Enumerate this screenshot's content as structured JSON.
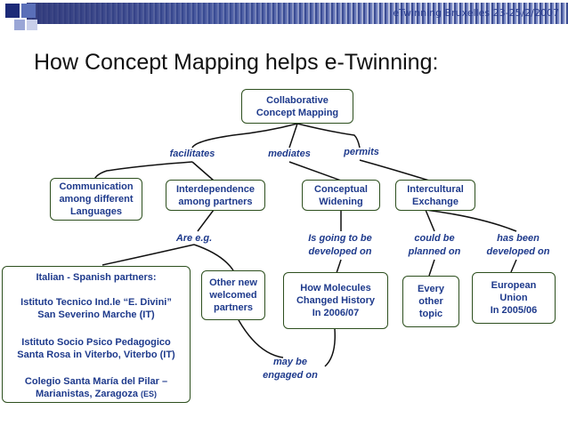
{
  "header": {
    "banner_text": "eTwinning Bruxelles 23-25/2/2007",
    "square_colors": [
      "#1c2a78",
      "#5a6fb8",
      "#9aa6d6",
      "#c9cfea"
    ]
  },
  "slide": {
    "title": "How Concept Mapping helps e-Twinning:"
  },
  "map": {
    "root": "Collaborative\nConcept Mapping",
    "links_top": {
      "facilitates": "facilitates",
      "mediates": "mediates",
      "permits": "permits"
    },
    "level1": {
      "communication": "Communication\namong different\nLanguages",
      "interdependence": "Interdependence\namong partners",
      "conceptual": "Conceptual\nWidening",
      "intercultural": "Intercultural\nExchange"
    },
    "links_mid": {
      "are_eg": "Are  e.g.",
      "going_to_be": "Is going to  be\ndeveloped on",
      "could_be": "could be\nplanned on",
      "has_been": "has  been\ndeveloped on"
    },
    "partners": {
      "heading": "Italian - Spanish partners:",
      "school1_line1": "Istituto Tecnico Ind.le “E. Divini”",
      "school1_line2": "San Severino Marche (IT)",
      "school2_line1": "Istituto Socio Psico Pedagogico",
      "school2_line2": "Santa Rosa in Viterbo, Viterbo (IT)",
      "school3_line1": "Colegio Santa María del Pilar –",
      "school3_line2": "Marianistas, Zaragoza",
      "school3_country": "(ES)"
    },
    "level2": {
      "other_partners": "Other new\nwelcomed\npartners",
      "molecules": "How Molecules\nChanged History\nIn 2006/07",
      "every_topic": "Every\nother\ntopic",
      "european_union": "European\nUnion\nIn 2005/06"
    },
    "links_bottom": {
      "may_be": "may be\nengaged on"
    }
  }
}
